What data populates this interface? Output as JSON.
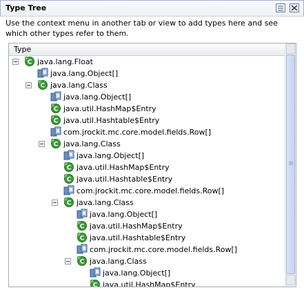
{
  "panel": {
    "title": "Type Tree",
    "description": "Use the context menu in another tab or view to add types here and see which other types refer to them."
  },
  "tree": {
    "column_header": "Type",
    "rows": [
      {
        "label": "java.lang.Float",
        "level": 0,
        "kind": "class",
        "expanded": true
      },
      {
        "label": "java.lang.Object[]",
        "level": 1,
        "kind": "array",
        "expanded": false
      },
      {
        "label": "java.lang.Class",
        "level": 1,
        "kind": "class",
        "expanded": true
      },
      {
        "label": "java.lang.Object[]",
        "level": 2,
        "kind": "array",
        "expanded": false
      },
      {
        "label": "java.util.HashMap$Entry",
        "level": 2,
        "kind": "class",
        "expanded": false
      },
      {
        "label": "java.util.Hashtable$Entry",
        "level": 2,
        "kind": "class",
        "expanded": false
      },
      {
        "label": "com.jrockit.mc.core.model.fields.Row[]",
        "level": 2,
        "kind": "array",
        "expanded": false
      },
      {
        "label": "java.lang.Class",
        "level": 2,
        "kind": "class",
        "expanded": true
      },
      {
        "label": "java.lang.Object[]",
        "level": 3,
        "kind": "array",
        "expanded": false
      },
      {
        "label": "java.util.HashMap$Entry",
        "level": 3,
        "kind": "class",
        "expanded": false
      },
      {
        "label": "java.util.Hashtable$Entry",
        "level": 3,
        "kind": "class",
        "expanded": false
      },
      {
        "label": "com.jrockit.mc.core.model.fields.Row[]",
        "level": 3,
        "kind": "array",
        "expanded": false
      },
      {
        "label": "java.lang.Class",
        "level": 3,
        "kind": "class",
        "expanded": true
      },
      {
        "label": "java.lang.Object[]",
        "level": 4,
        "kind": "array",
        "expanded": false
      },
      {
        "label": "java.util.HashMap$Entry",
        "level": 4,
        "kind": "class",
        "expanded": false
      },
      {
        "label": "java.util.Hashtable$Entry",
        "level": 4,
        "kind": "class",
        "expanded": false
      },
      {
        "label": "com.jrockit.mc.core.model.fields.Row[]",
        "level": 4,
        "kind": "array",
        "expanded": false
      },
      {
        "label": "java.lang.Class",
        "level": 4,
        "kind": "class",
        "expanded": true
      },
      {
        "label": "java.lang.Object[]",
        "level": 5,
        "kind": "array",
        "expanded": false
      },
      {
        "label": "java.util.HashMap$Entry",
        "level": 5,
        "kind": "class",
        "expanded": false
      }
    ]
  },
  "icons": {
    "view_menu": "view-menu-icon",
    "close": "close-icon",
    "class": "class-icon",
    "array": "array-icon"
  }
}
